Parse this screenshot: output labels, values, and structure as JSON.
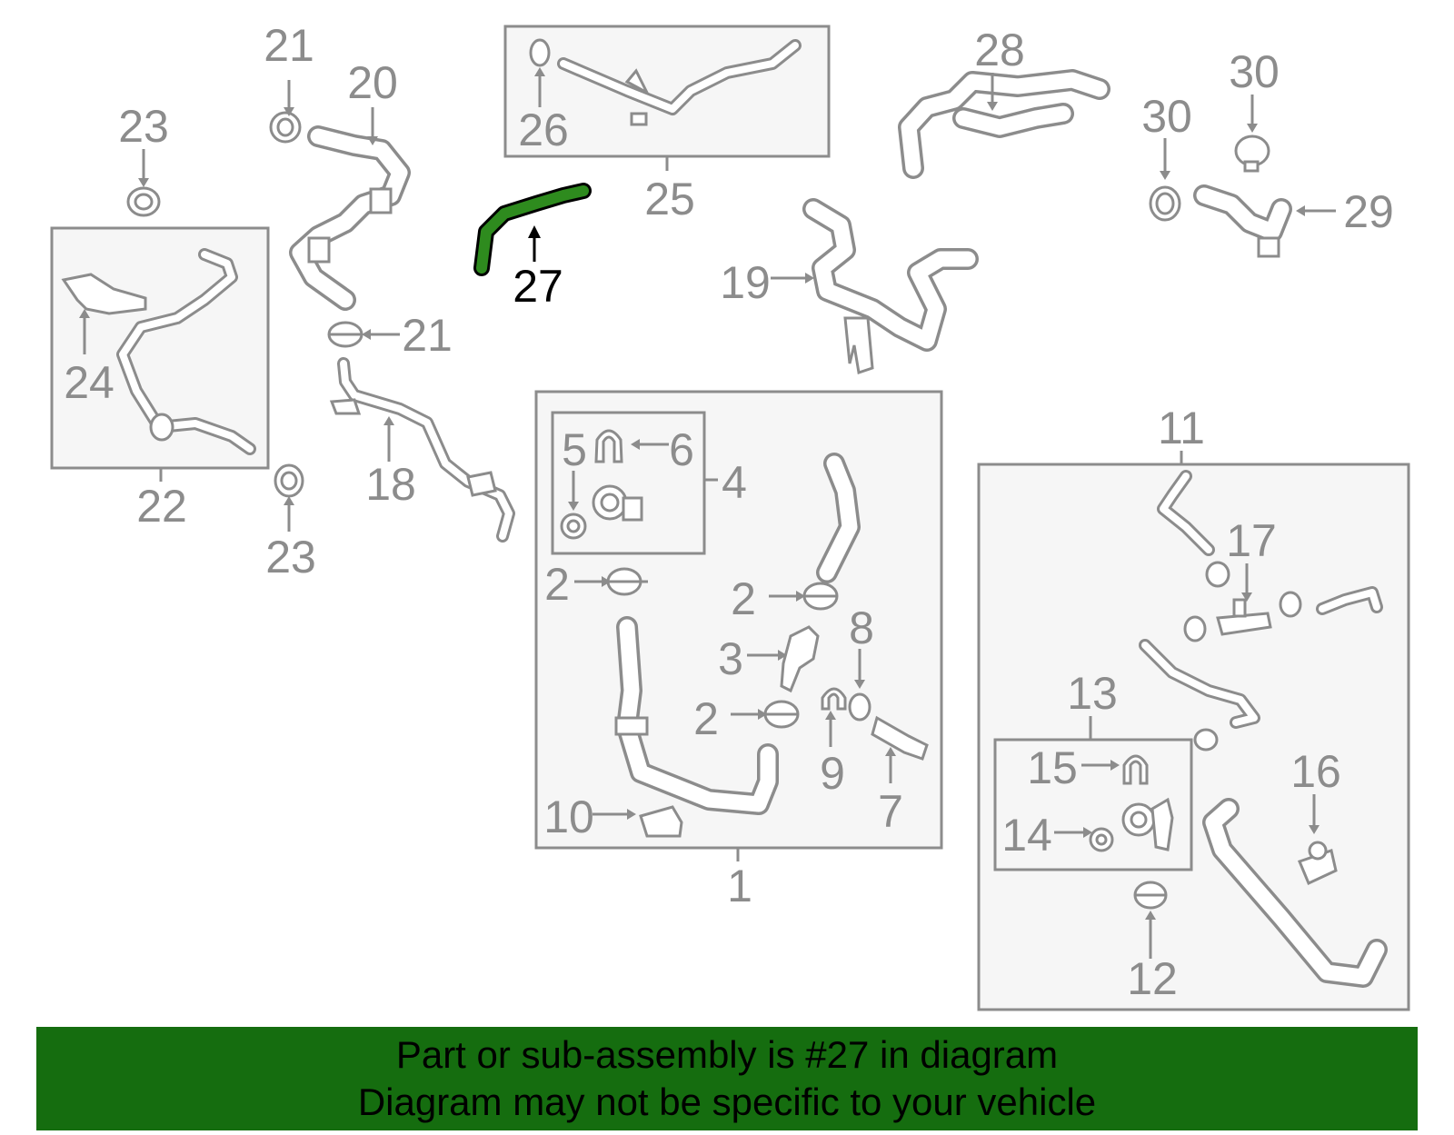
{
  "callouts": {
    "c1": "1",
    "c2a": "2",
    "c2b": "2",
    "c2c": "2",
    "c3": "3",
    "c4": "4",
    "c5": "5",
    "c6": "6",
    "c7": "7",
    "c8": "8",
    "c9": "9",
    "c10": "10",
    "c11": "11",
    "c12": "12",
    "c13": "13",
    "c14": "14",
    "c15": "15",
    "c16": "16",
    "c17": "17",
    "c18": "18",
    "c19": "19",
    "c20": "20",
    "c21a": "21",
    "c21b": "21",
    "c22": "22",
    "c23a": "23",
    "c23b": "23",
    "c24": "24",
    "c25": "25",
    "c26": "26",
    "c27": "27",
    "c28": "28",
    "c29": "29",
    "c30a": "30",
    "c30b": "30"
  },
  "highlight": {
    "part_number": "27",
    "color": "#2e8b1e"
  },
  "footer": {
    "line1": "Part or sub-assembly is #27 in diagram",
    "line2": "Diagram may not be specific to your vehicle",
    "background": "#156d0f"
  }
}
